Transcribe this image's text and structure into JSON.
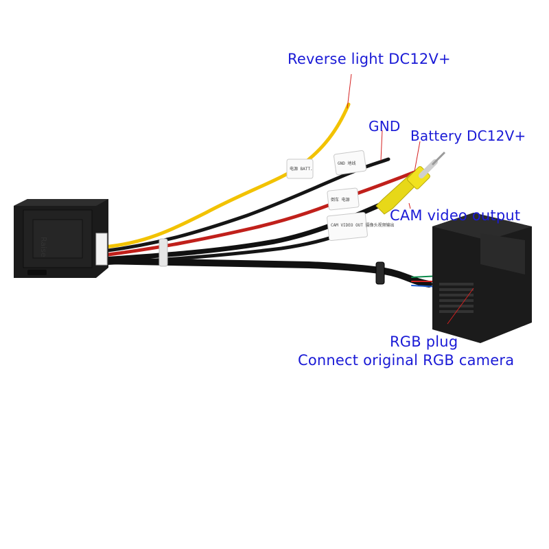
{
  "callouts": {
    "reverse_light": "Reverse light DC12V+",
    "gnd": "GND",
    "battery": "Battery DC12V+",
    "cam_video": "CAM video output",
    "rgb_plug": "RGB plug",
    "rgb_camera": "Connect original RGB camera"
  },
  "box_label": "Raise",
  "tags": {
    "t1": "电源 BATT.",
    "t2": "GND 地线",
    "t3": "倒车 电源",
    "t4": "CAM VIDEO OUT 摄像头视频输出"
  },
  "colors": {
    "callout_text": "#1a1ad6",
    "leader_line": "#d42020",
    "wire_yellow": "#f2c200",
    "wire_red": "#c0201b",
    "wire_black": "#151515",
    "rca_yellow": "#f1e21f",
    "housing": "#1b1b1b"
  }
}
